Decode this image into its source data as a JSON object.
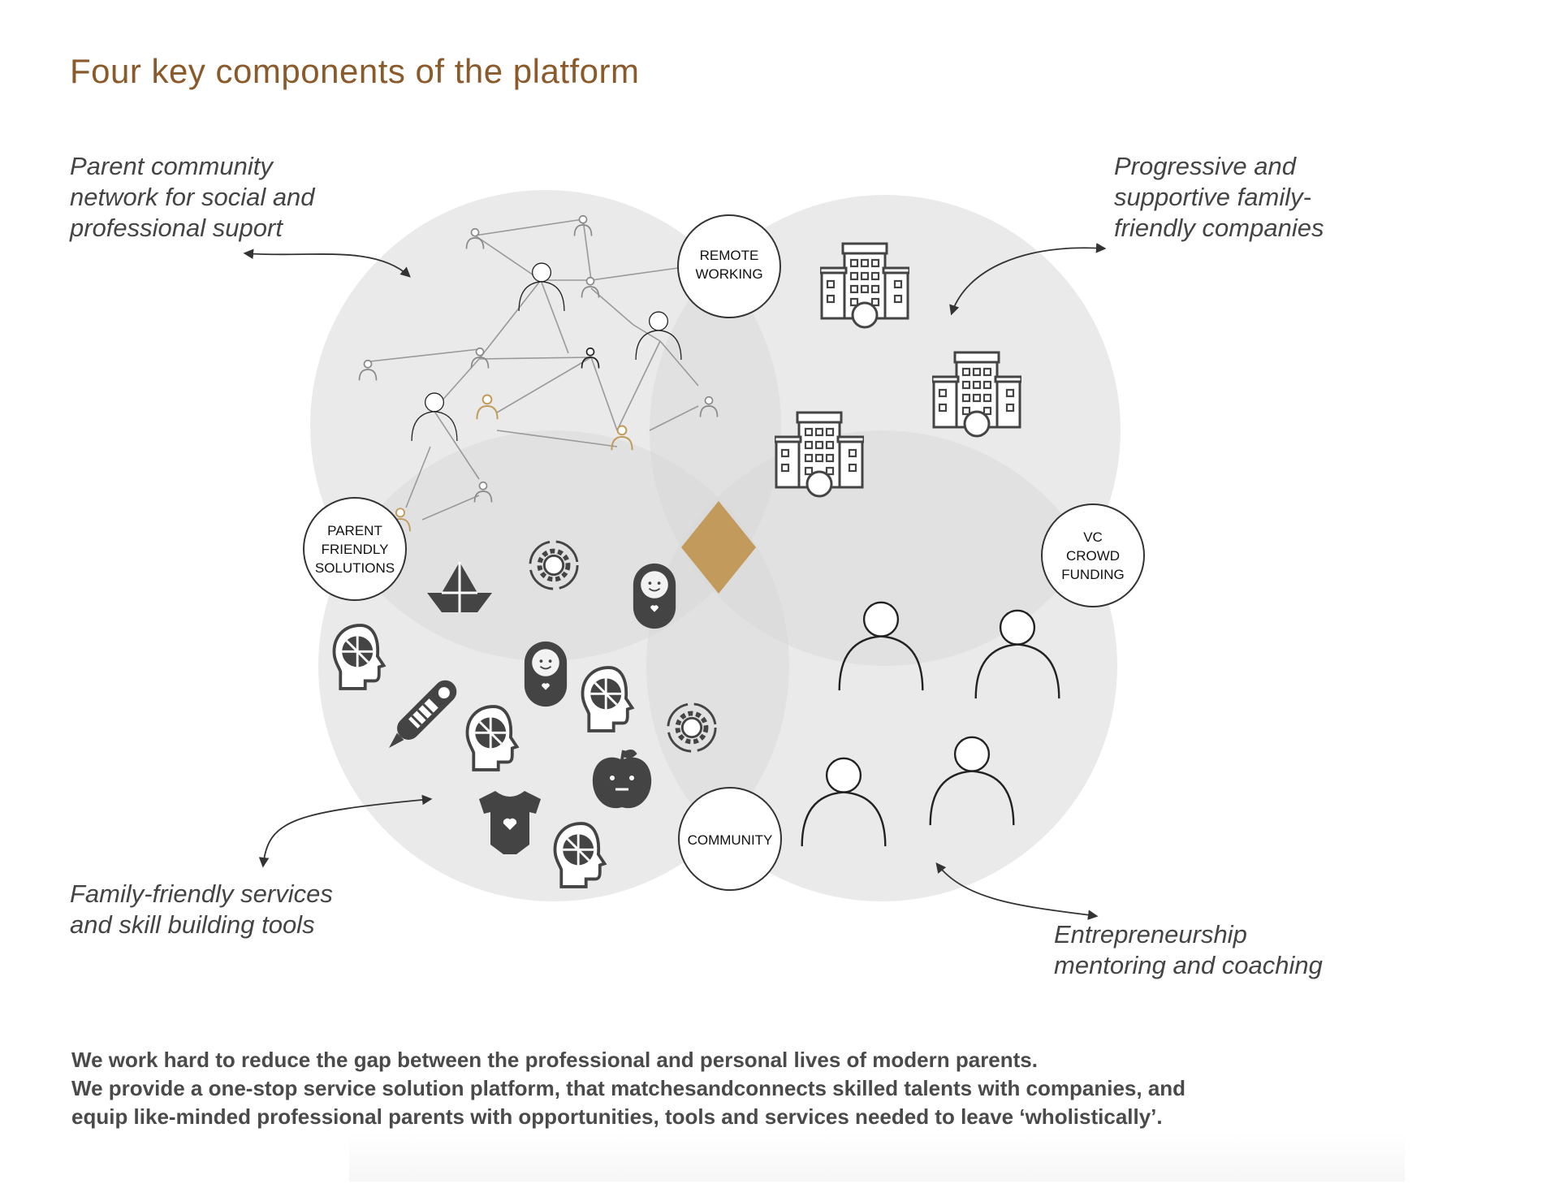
{
  "title": "Four key components of the platform",
  "captions": {
    "top_left": [
      "Parent community",
      "network for social and",
      "professional suport"
    ],
    "top_right": [
      "Progressive and",
      "supportive family-",
      "friendly companies"
    ],
    "bottom_left": [
      "Family-friendly services",
      "and skill building tools"
    ],
    "bottom_right": [
      "Entrepreneurship",
      "mentoring and coaching"
    ]
  },
  "nodes": {
    "remote_working": [
      "REMOTE",
      "WORKING"
    ],
    "parent_friendly": [
      "PARENT",
      "FRIENDLY",
      "SOLUTIONS"
    ],
    "vc_crowd": [
      "VC",
      "CROWD",
      "FUNDING"
    ],
    "community": [
      "COMMUNITY"
    ]
  },
  "footer": [
    "We work hard to reduce the gap between the professional and personal lives of modern parents.",
    "We provide a one-stop service solution platform, that matchesandconnects skilled talents with companies, and",
    "equip like-minded professional parents with opportunities, tools and services needed to leave ‘wholistically’."
  ],
  "colors": {
    "title": "#8a5a2b",
    "accent": "#c29b5c",
    "circle": "#e4e4e4",
    "icon": "#444444"
  }
}
